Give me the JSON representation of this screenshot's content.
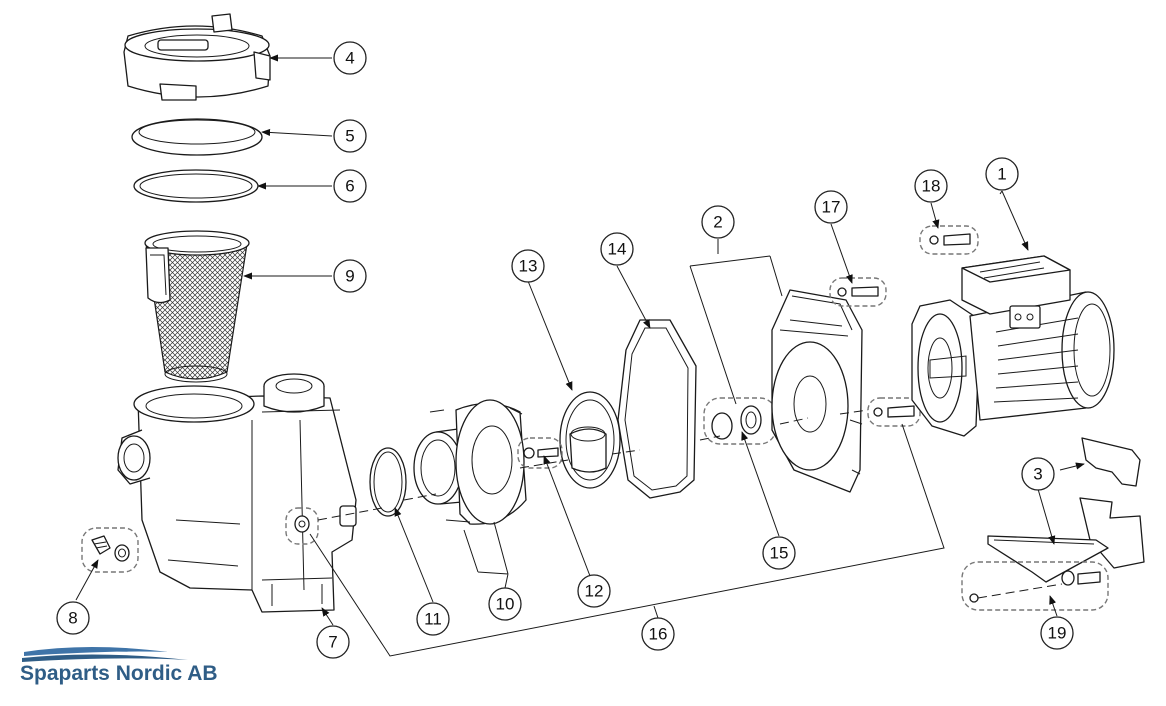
{
  "brand": {
    "name": "Spaparts Nordic AB",
    "color": "#2f5d86",
    "wave_color": "#3f74a8"
  },
  "callouts": [
    {
      "id": "c1",
      "label": "1"
    },
    {
      "id": "c2",
      "label": "2"
    },
    {
      "id": "c3",
      "label": "3"
    },
    {
      "id": "c4",
      "label": "4"
    },
    {
      "id": "c5",
      "label": "5"
    },
    {
      "id": "c6",
      "label": "6"
    },
    {
      "id": "c7",
      "label": "7"
    },
    {
      "id": "c8",
      "label": "8"
    },
    {
      "id": "c9",
      "label": "9"
    },
    {
      "id": "c10",
      "label": "10"
    },
    {
      "id": "c11",
      "label": "11"
    },
    {
      "id": "c12",
      "label": "12"
    },
    {
      "id": "c13",
      "label": "13"
    },
    {
      "id": "c14",
      "label": "14"
    },
    {
      "id": "c15",
      "label": "15"
    },
    {
      "id": "c16",
      "label": "16"
    },
    {
      "id": "c17",
      "label": "17"
    },
    {
      "id": "c18",
      "label": "18"
    },
    {
      "id": "c19",
      "label": "19"
    }
  ]
}
